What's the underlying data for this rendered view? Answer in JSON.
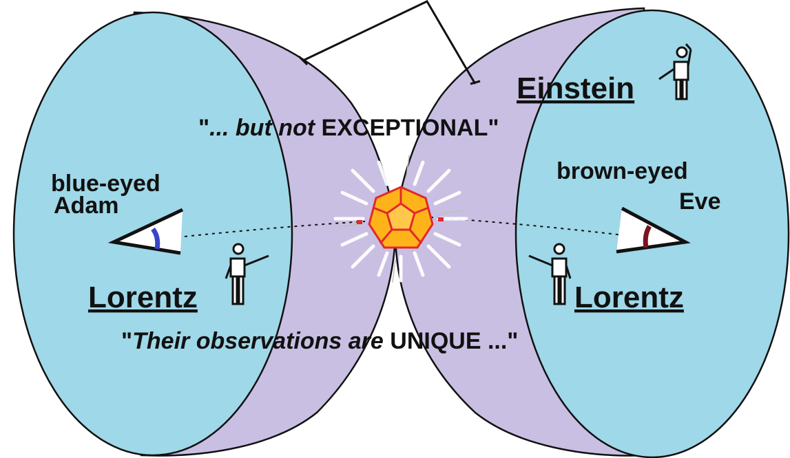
{
  "colors": {
    "cap_purple": "#c9bfe3",
    "face_blue": "#9fd8e8",
    "outline": "#111111",
    "sun_fill": "#ffb31a",
    "sun_edge": "#e3282b",
    "sun_glow": "#ffffff",
    "blue_iris": "#3a44c8",
    "brown_iris": "#7a1420"
  },
  "icons": [
    "stick-figure-icon",
    "eye-icon",
    "dodecahedron-icon"
  ],
  "labels": {
    "einstein": "Einstein",
    "quote_top_open": "\"",
    "quote_top_italic": "... but not ",
    "quote_top_bold": "EXCEPTIONAL\"",
    "blue_eyed_line1": "blue-eyed",
    "blue_eyed_line2": "Adam",
    "brown_eyed_line1": "brown-eyed",
    "brown_eyed_line2": "Eve",
    "lorentz_left": "Lorentz",
    "lorentz_right": "Lorentz",
    "quote_bottom_open": "\"",
    "quote_bottom_italic": "Their observations are ",
    "quote_bottom_bold": "UNIQUE ...\""
  }
}
